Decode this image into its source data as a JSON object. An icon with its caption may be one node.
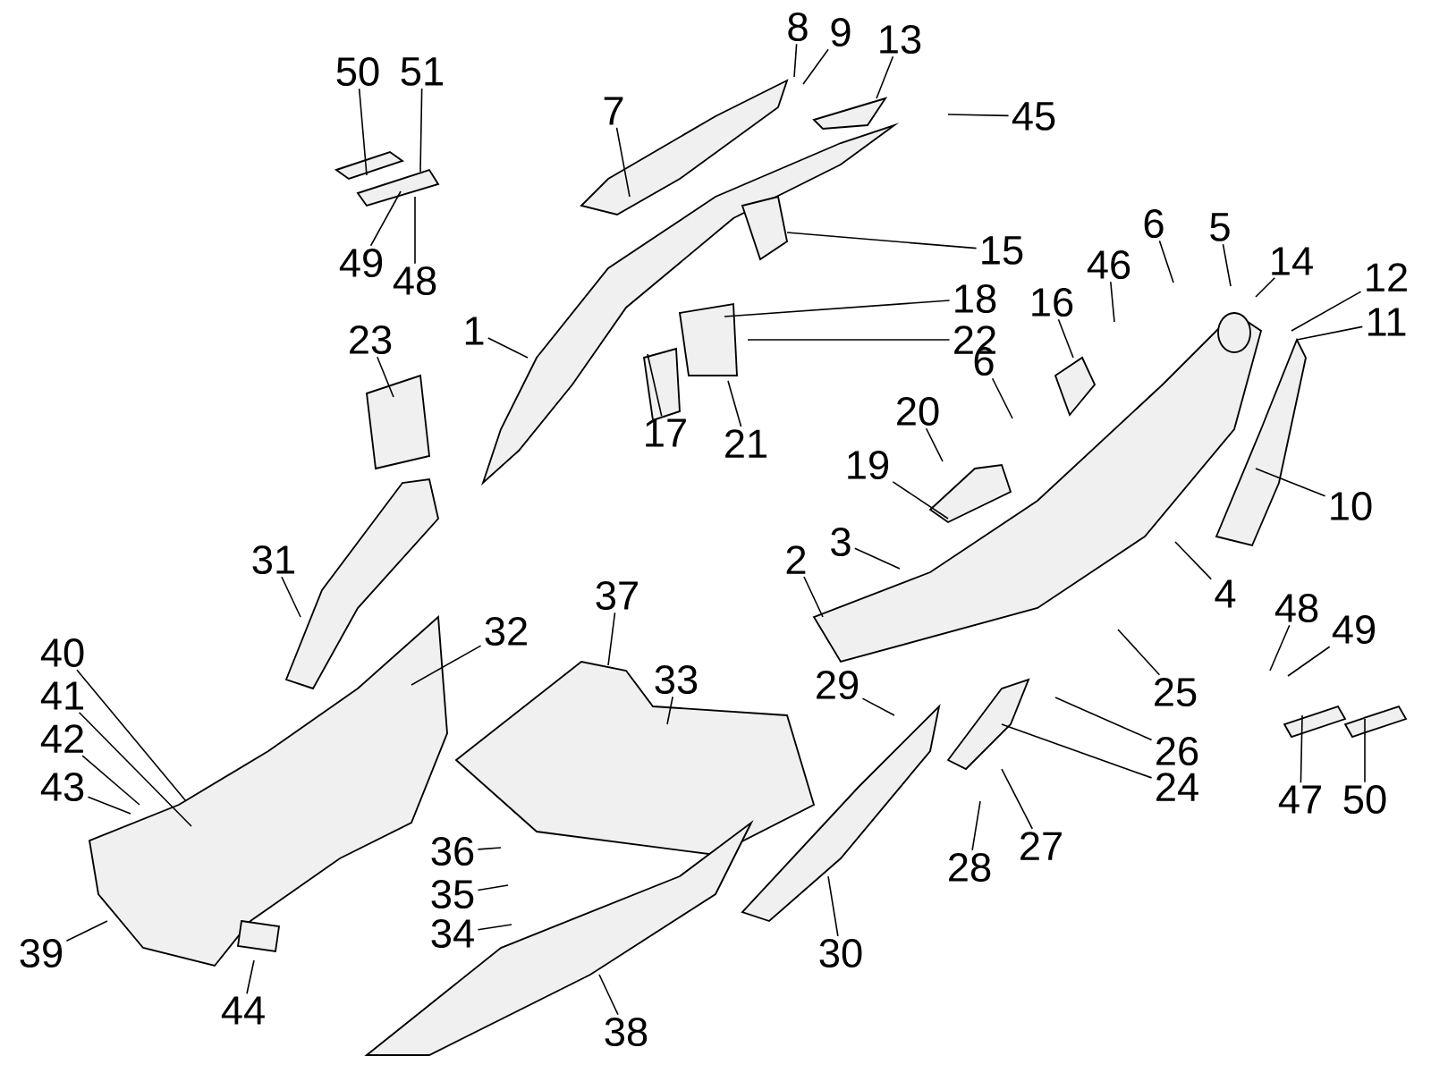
{
  "diagram": {
    "nodes": [
      {
        "text": [
          "50"
        ]
      },
      {
        "text": [
          "51"
        ]
      },
      {
        "text": [
          "7"
        ]
      },
      {
        "text": [
          "8"
        ]
      },
      {
        "text": [
          "9"
        ]
      },
      {
        "text": [
          "13"
        ]
      },
      {
        "text": [
          "45"
        ]
      },
      {
        "text": [
          "49"
        ]
      },
      {
        "text": [
          "48"
        ]
      },
      {
        "text": [
          "15"
        ]
      },
      {
        "text": [
          "1"
        ]
      },
      {
        "text": [
          "18"
        ]
      },
      {
        "text": [
          "22"
        ]
      },
      {
        "text": [
          "17"
        ]
      },
      {
        "text": [
          "21"
        ]
      },
      {
        "text": [
          "23"
        ]
      },
      {
        "text": [
          "46"
        ]
      },
      {
        "text": [
          "6"
        ]
      },
      {
        "text": [
          "5"
        ]
      },
      {
        "text": [
          "14"
        ]
      },
      {
        "text": [
          "12"
        ]
      },
      {
        "text": [
          "11"
        ]
      },
      {
        "text": [
          "16"
        ]
      },
      {
        "text": [
          "6"
        ]
      },
      {
        "text": [
          "20"
        ]
      },
      {
        "text": [
          "19"
        ]
      },
      {
        "text": [
          "10"
        ]
      },
      {
        "text": [
          "31"
        ]
      },
      {
        "text": [
          "3"
        ]
      },
      {
        "text": [
          "2"
        ]
      },
      {
        "text": [
          "4"
        ]
      },
      {
        "text": [
          "37"
        ]
      },
      {
        "text": [
          "32"
        ]
      },
      {
        "text": [
          "33"
        ]
      },
      {
        "text": [
          "40"
        ]
      },
      {
        "text": [
          "41"
        ]
      },
      {
        "text": [
          "42"
        ]
      },
      {
        "text": [
          "43"
        ]
      },
      {
        "text": [
          "29"
        ]
      },
      {
        "text": [
          "48"
        ]
      },
      {
        "text": [
          "49"
        ]
      },
      {
        "text": [
          "25"
        ]
      },
      {
        "text": [
          "26"
        ]
      },
      {
        "text": [
          "24"
        ]
      },
      {
        "text": [
          "36"
        ]
      },
      {
        "text": [
          "35"
        ]
      },
      {
        "text": [
          "34"
        ]
      },
      {
        "text": [
          "47"
        ]
      },
      {
        "text": [
          "50"
        ]
      },
      {
        "text": [
          "27"
        ]
      },
      {
        "text": [
          "28"
        ]
      },
      {
        "text": [
          "39"
        ]
      },
      {
        "text": [
          "44"
        ]
      },
      {
        "text": [
          "30"
        ]
      },
      {
        "text": [
          "38"
        ]
      }
    ],
    "edges": [
      {
        "from": 0,
        "to": null,
        "arrow": "none"
      },
      {
        "from": 1,
        "to": null,
        "arrow": "none"
      },
      {
        "from": 2,
        "to": null,
        "arrow": "none"
      },
      {
        "from": 3,
        "to": null,
        "arrow": "none"
      },
      {
        "from": 4,
        "to": null,
        "arrow": "none"
      },
      {
        "from": 5,
        "to": null,
        "arrow": "none"
      },
      {
        "from": 6,
        "to": null,
        "arrow": "none"
      },
      {
        "from": 7,
        "to": null,
        "arrow": "none"
      },
      {
        "from": 8,
        "to": null,
        "arrow": "none"
      },
      {
        "from": 9,
        "to": null,
        "arrow": "none"
      },
      {
        "from": 10,
        "to": null,
        "arrow": "none"
      },
      {
        "from": 11,
        "to": null,
        "arrow": "none"
      },
      {
        "from": 12,
        "to": null,
        "arrow": "none"
      },
      {
        "from": 13,
        "to": null,
        "arrow": "none"
      },
      {
        "from": 14,
        "to": null,
        "arrow": "none"
      },
      {
        "from": 15,
        "to": null,
        "arrow": "none"
      },
      {
        "from": 16,
        "to": null,
        "arrow": "none"
      },
      {
        "from": 17,
        "to": null,
        "arrow": "none"
      },
      {
        "from": 18,
        "to": null,
        "arrow": "none"
      },
      {
        "from": 19,
        "to": null,
        "arrow": "none"
      },
      {
        "from": 20,
        "to": null,
        "arrow": "none"
      },
      {
        "from": 21,
        "to": null,
        "arrow": "none"
      },
      {
        "from": 22,
        "to": null,
        "arrow": "none"
      },
      {
        "from": 23,
        "to": null,
        "arrow": "none"
      },
      {
        "from": 24,
        "to": null,
        "arrow": "none"
      },
      {
        "from": 25,
        "to": null,
        "arrow": "none"
      },
      {
        "from": 26,
        "to": null,
        "arrow": "none"
      },
      {
        "from": 27,
        "to": null,
        "arrow": "none"
      },
      {
        "from": 28,
        "to": null,
        "arrow": "none"
      },
      {
        "from": 29,
        "to": null,
        "arrow": "none"
      },
      {
        "from": 30,
        "to": null,
        "arrow": "none"
      },
      {
        "from": 31,
        "to": null,
        "arrow": "none"
      },
      {
        "from": 32,
        "to": null,
        "arrow": "none"
      },
      {
        "from": 33,
        "to": null,
        "arrow": "none"
      },
      {
        "from": 34,
        "to": null,
        "arrow": "none"
      },
      {
        "from": 35,
        "to": null,
        "arrow": "none"
      },
      {
        "from": 36,
        "to": null,
        "arrow": "none"
      },
      {
        "from": 37,
        "to": null,
        "arrow": "none"
      },
      {
        "from": 38,
        "to": null,
        "arrow": "none"
      },
      {
        "from": 39,
        "to": null,
        "arrow": "none"
      },
      {
        "from": 40,
        "to": null,
        "arrow": "none"
      },
      {
        "from": 41,
        "to": null,
        "arrow": "none"
      },
      {
        "from": 42,
        "to": null,
        "arrow": "none"
      },
      {
        "from": 43,
        "to": null,
        "arrow": "none"
      },
      {
        "from": 44,
        "to": null,
        "arrow": "none"
      },
      {
        "from": 45,
        "to": null,
        "arrow": "none"
      },
      {
        "from": 46,
        "to": null,
        "arrow": "none"
      },
      {
        "from": 47,
        "to": null,
        "arrow": "none"
      },
      {
        "from": 48,
        "to": null,
        "arrow": "none"
      },
      {
        "from": 49,
        "to": null,
        "arrow": "none"
      },
      {
        "from": 50,
        "to": null,
        "arrow": "none"
      },
      {
        "from": 51,
        "to": null,
        "arrow": "none"
      },
      {
        "from": 52,
        "to": null,
        "arrow": "none"
      },
      {
        "from": 53,
        "to": null,
        "arrow": "none"
      },
      {
        "from": 54,
        "to": null,
        "arrow": "none"
      }
    ]
  }
}
